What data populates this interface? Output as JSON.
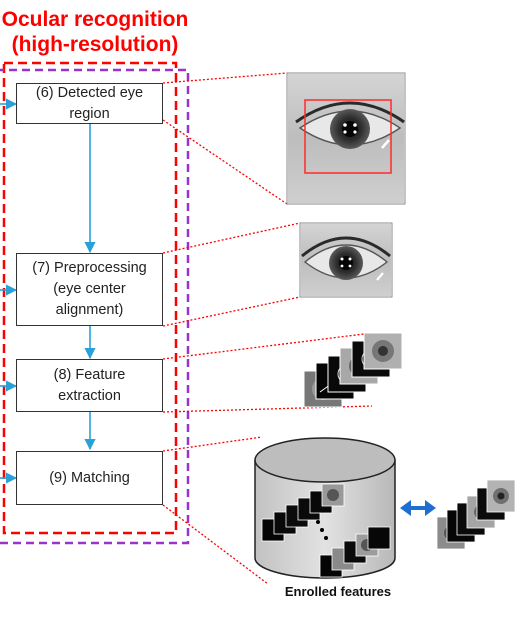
{
  "title": {
    "line1": "Ocular recognition",
    "line2": "(high-resolution)"
  },
  "steps": [
    {
      "id": "step-6",
      "label": "(6) Detected eye region"
    },
    {
      "id": "step-7",
      "label": "(7) Preprocessing (eye center alignment)"
    },
    {
      "id": "step-8",
      "label": "(8) Feature extraction"
    },
    {
      "id": "step-9",
      "label": "(9) Matching"
    }
  ],
  "database": {
    "label": "Enrolled features"
  },
  "colors": {
    "title": "#ff0000",
    "red_dashed_border": "#ff0000",
    "purple_dashed_border": "#9933cc",
    "flow_arrow": "#2aa0d8",
    "dotted_connector": "#ff0000",
    "double_arrow": "#1f6fd1"
  },
  "icons": {
    "eye_images": "grayscale-eye-photo",
    "feature_stack": "feature-map-stack",
    "database": "cylinder-database",
    "double_arrow": "bidirectional-arrow"
  }
}
